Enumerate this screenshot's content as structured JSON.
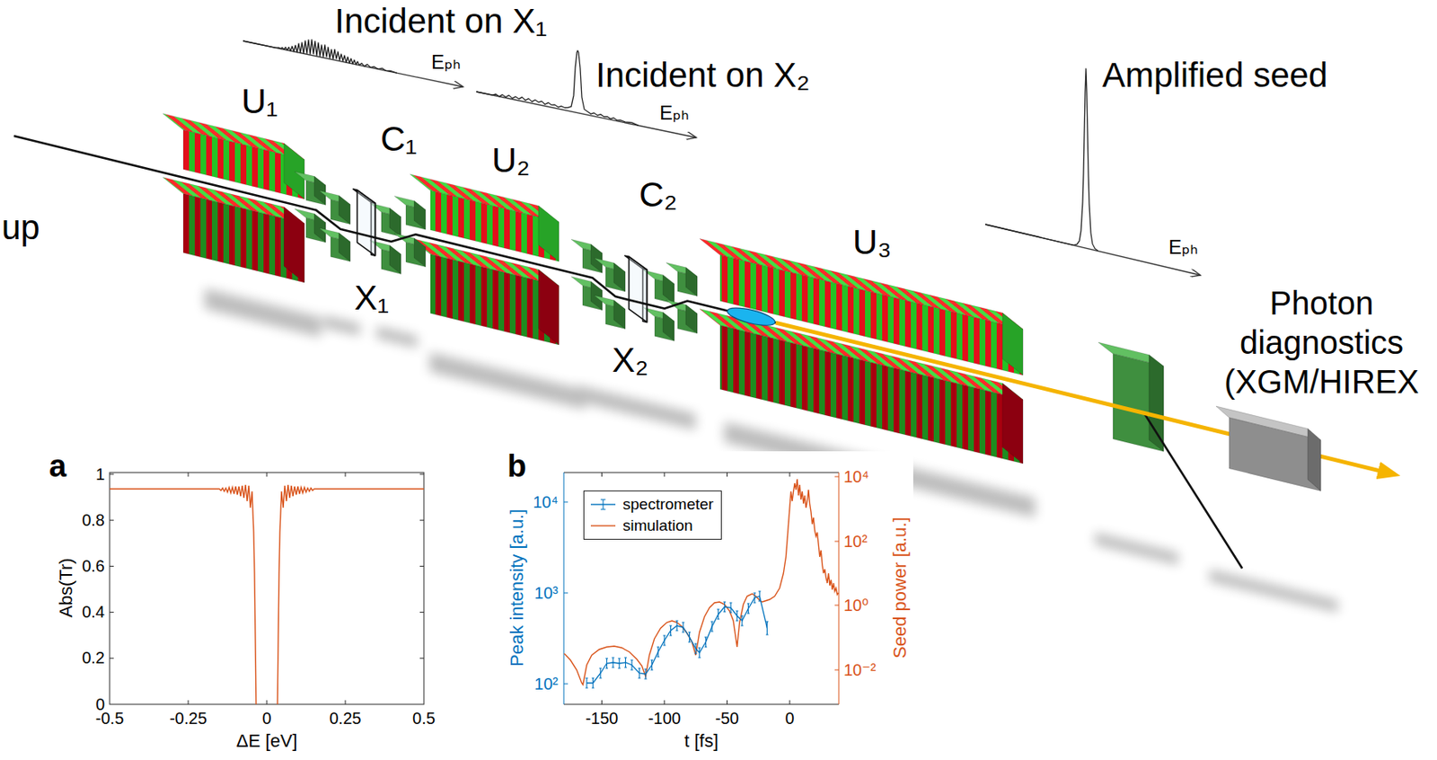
{
  "diagram": {
    "labels": [
      "up",
      "Incident on X₁",
      "Eₚₕ",
      "U₁",
      "C₁",
      "Incident on X₂",
      "U₂",
      "Eₚₕ",
      "C₂",
      "Amplified seed",
      "U₃",
      "X₁",
      "Eₚₕ",
      "Photon diagnostics (XGM/HIREX",
      "X₂",
      "a",
      "1",
      "0.8",
      "0.6",
      "0.4",
      "0.2",
      "0",
      "Abs(Tr)",
      "-0.5",
      "-0.25",
      "0",
      "0.25",
      "0.5",
      "ΔE [eV]",
      "b",
      "Peak intensity [a.u.]",
      "10⁴",
      "10³",
      "10²",
      "Seed power [a.u.]",
      "10⁴",
      "10²",
      "10⁰",
      "10⁻²",
      "-150",
      "-100",
      "-50",
      "0",
      "t [fs]"
    ],
    "legend": [
      {
        "text": "spectrometer"
      },
      {
        "text": "simulation"
      }
    ]
  }
}
